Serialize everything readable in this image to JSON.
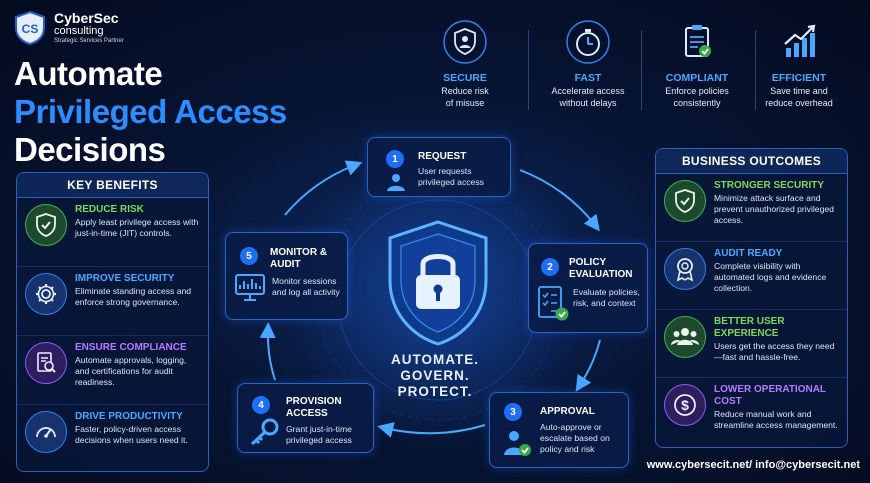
{
  "logo": {
    "mark": "CS",
    "name": "CyberSec",
    "sub": "consulting",
    "tagline": "Strategic Services Partner"
  },
  "title": {
    "line1": "Automate",
    "line2": "Privileged Access",
    "line3": "Decisions"
  },
  "features": [
    {
      "icon": "shield-user-icon",
      "title": "SECURE",
      "desc1": "Reduce risk",
      "desc2": "of misuse"
    },
    {
      "icon": "stopwatch-icon",
      "title": "FAST",
      "desc1": "Accelerate access",
      "desc2": "without delays"
    },
    {
      "icon": "clipboard-check-icon",
      "title": "COMPLIANT",
      "desc1": "Enforce policies",
      "desc2": "consistently"
    },
    {
      "icon": "growth-chart-icon",
      "title": "EFFICIENT",
      "desc1": "Save time and",
      "desc2": "reduce overhead"
    }
  ],
  "key_benefits": {
    "header": "KEY BENEFITS",
    "items": [
      {
        "icon": "shield-check-icon",
        "title": "REDUCE RISK",
        "desc": "Apply least privilege access with just-in-time (JIT) controls.",
        "color": "#7ed957"
      },
      {
        "icon": "gear-icon",
        "title": "IMPROVE SECURITY",
        "desc": "Eliminate standing access and enforce strong governance.",
        "color": "#4aa8ff"
      },
      {
        "icon": "document-search-icon",
        "title": "ENSURE COMPLIANCE",
        "desc": "Automate approvals, logging, and certifications for audit readiness.",
        "color": "#b57bff"
      },
      {
        "icon": "speedometer-icon",
        "title": "DRIVE PRODUCTIVITY",
        "desc": "Faster, policy-driven access decisions when users need it.",
        "color": "#4aa8ff"
      }
    ]
  },
  "process": [
    {
      "num": "1",
      "title1": "REQUEST",
      "title2": "",
      "desc": "User requests privileged access",
      "icon": "user-icon"
    },
    {
      "num": "2",
      "title1": "POLICY",
      "title2": "EVALUATION",
      "desc": "Evaluate policies, risk, and context",
      "icon": "checklist-icon"
    },
    {
      "num": "3",
      "title1": "APPROVAL",
      "title2": "",
      "desc": "Auto-approve or escalate based on policy and risk",
      "icon": "approver-icon"
    },
    {
      "num": "4",
      "title1": "PROVISION",
      "title2": "ACCESS",
      "desc": "Grant just-in-time privileged access",
      "icon": "key-icon"
    },
    {
      "num": "5",
      "title1": "MONITOR &",
      "title2": "AUDIT",
      "desc": "Monitor sessions and log all activity",
      "icon": "monitor-icon"
    }
  ],
  "slogan": {
    "line1": "AUTOMATE.",
    "line2": "GOVERN.",
    "line3": "PROTECT."
  },
  "business_outcomes": {
    "header": "BUSINESS OUTCOMES",
    "items": [
      {
        "icon": "shield-check-icon",
        "title": "STRONGER SECURITY",
        "desc": "Minimize attack surface and prevent unauthorized privileged access.",
        "color": "#7ed957"
      },
      {
        "icon": "award-badge-icon",
        "title": "AUDIT READY",
        "desc": "Complete visibility with automated logs and evidence collection.",
        "color": "#4aa8ff"
      },
      {
        "icon": "users-icon",
        "title": "BETTER USER EXPERIENCE",
        "desc": "Users get the access they need—fast and hassle-free.",
        "color": "#7ed957"
      },
      {
        "icon": "dollar-icon",
        "title": "LOWER OPERATIONAL COST",
        "desc": "Reduce manual work and streamline access management.",
        "color": "#b57bff"
      }
    ]
  },
  "footer": {
    "text": "www.cybersecit.net/ info@cybersecit.net"
  }
}
